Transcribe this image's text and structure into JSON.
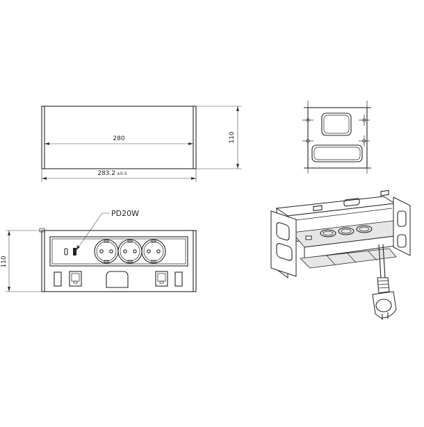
{
  "dimensions": {
    "inner_width": "280",
    "outer_width": "283.2",
    "outer_width_tolerance": "±0.5",
    "height_top_view": "110",
    "height_front_view": "110"
  },
  "labels": {
    "usb_c_power": "PD20W"
  },
  "colors": {
    "line": "#222222",
    "background": "#ffffff"
  }
}
